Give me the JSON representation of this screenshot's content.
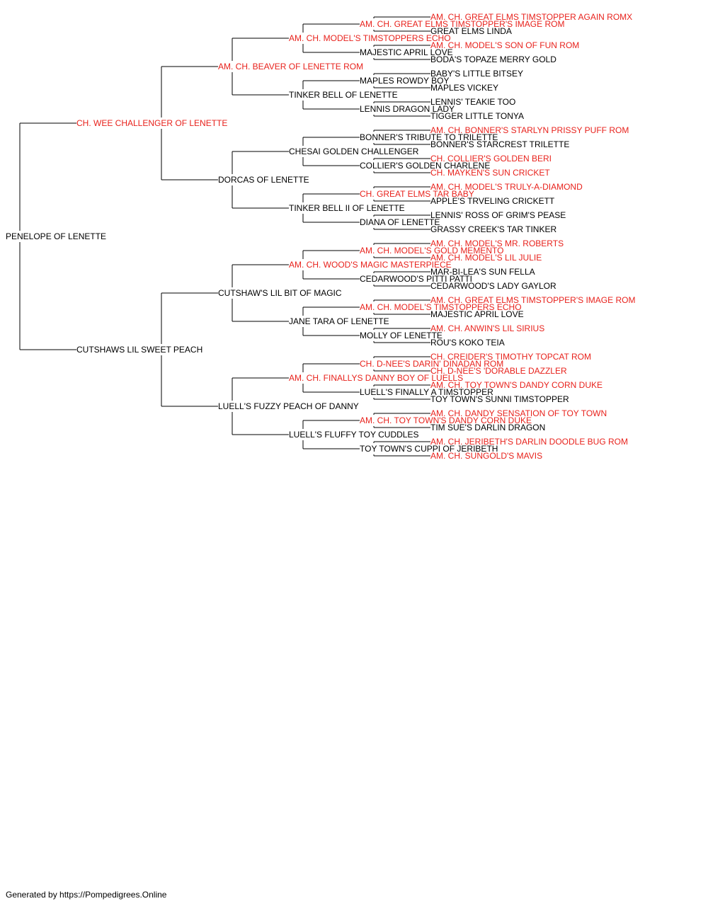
{
  "colors": {
    "champion": "#e8221c",
    "normal": "#000000",
    "connector": "#000000"
  },
  "pedigree": {
    "name": "PENELOPE OF LENETTE",
    "champion": false,
    "sire": {
      "name": "CH. WEE CHALLENGER OF LENETTE",
      "champion": true,
      "sire": {
        "name": "AM. CH. BEAVER OF LENETTE ROM",
        "champion": true,
        "sire": {
          "name": "AM. CH. MODEL'S TIMSTOPPERS ECHO",
          "champion": true,
          "sire": {
            "name": "AM. CH. GREAT ELMS TIMSTOPPER'S IMAGE ROM",
            "champion": true,
            "sire": {
              "name": "AM. CH. GREAT ELMS TIMSTOPPER AGAIN ROMX",
              "champion": true
            },
            "dam": {
              "name": "GREAT ELMS LINDA",
              "champion": false
            }
          },
          "dam": {
            "name": "MAJESTIC APRIL LOVE",
            "champion": false,
            "sire": {
              "name": "AM. CH. MODEL'S SON OF FUN ROM",
              "champion": true
            },
            "dam": {
              "name": "BODA'S TOPAZE MERRY GOLD",
              "champion": false
            }
          }
        },
        "dam": {
          "name": "TINKER BELL OF LENETTE",
          "champion": false,
          "sire": {
            "name": "MAPLES ROWDY BOY",
            "champion": false,
            "sire": {
              "name": "BABY'S LITTLE BITSEY",
              "champion": false
            },
            "dam": {
              "name": "MAPLES VICKEY",
              "champion": false
            }
          },
          "dam": {
            "name": "LENNIS DRAGON LADY",
            "champion": false,
            "sire": {
              "name": "LENNIS' TEAKIE TOO",
              "champion": false
            },
            "dam": {
              "name": "TIGGER LITTLE TONYA",
              "champion": false
            }
          }
        }
      },
      "dam": {
        "name": "DORCAS OF LENETTE",
        "champion": false,
        "sire": {
          "name": "CHESAI GOLDEN CHALLENGER",
          "champion": false,
          "sire": {
            "name": "BONNER'S TRIBUTE TO TRILETTE",
            "champion": false,
            "sire": {
              "name": "AM. CH. BONNER'S STARLYN PRISSY PUFF ROM",
              "champion": true
            },
            "dam": {
              "name": "BONNER'S STARCREST TRILETTE",
              "champion": false
            }
          },
          "dam": {
            "name": "COLLIER'S GOLDEN CHARLENE",
            "champion": false,
            "sire": {
              "name": "CH. COLLIER'S GOLDEN BERI",
              "champion": true
            },
            "dam": {
              "name": "CH. MAYKEN'S SUN CRICKET",
              "champion": true
            }
          }
        },
        "dam": {
          "name": "TINKER BELL II OF LENETTE",
          "champion": false,
          "sire": {
            "name": "CH. GREAT ELMS TAR BABY",
            "champion": true,
            "sire": {
              "name": "AM. CH. MODEL'S TRULY-A-DIAMOND",
              "champion": true
            },
            "dam": {
              "name": "APPLE'S TRVELING CRICKETT",
              "champion": false
            }
          },
          "dam": {
            "name": "DIANA OF LENETTE",
            "champion": false,
            "sire": {
              "name": "LENNIS' ROSS OF GRIM'S PEASE",
              "champion": false
            },
            "dam": {
              "name": "GRASSY CREEK'S TAR TINKER",
              "champion": false
            }
          }
        }
      }
    },
    "dam": {
      "name": "CUTSHAWS LIL SWEET PEACH",
      "champion": false,
      "sire": {
        "name": "CUTSHAW'S LIL BIT OF MAGIC",
        "champion": false,
        "sire": {
          "name": "AM. CH. WOOD'S MAGIC MASTERPIECE",
          "champion": true,
          "sire": {
            "name": "AM. CH. MODEL'S GOLD MEMENTO",
            "champion": true,
            "sire": {
              "name": "AM. CH. MODEL'S MR. ROBERTS",
              "champion": true
            },
            "dam": {
              "name": "AM. CH. MODEL'S LIL JULIE",
              "champion": true
            }
          },
          "dam": {
            "name": "CEDARWOOD'S PITTI PATTI",
            "champion": false,
            "sire": {
              "name": "MAR-BI-LEA'S SUN FELLA",
              "champion": false
            },
            "dam": {
              "name": "CEDARWOOD'S LADY GAYLOR",
              "champion": false
            }
          }
        },
        "dam": {
          "name": "JANE TARA OF LENETTE",
          "champion": false,
          "sire": {
            "name": "AM. CH. MODEL'S TIMSTOPPERS ECHO",
            "champion": true,
            "sire": {
              "name": "AM. CH. GREAT ELMS TIMSTOPPER'S IMAGE ROM",
              "champion": true
            },
            "dam": {
              "name": "MAJESTIC APRIL LOVE",
              "champion": false
            }
          },
          "dam": {
            "name": "MOLLY OF LENETTE",
            "champion": false,
            "sire": {
              "name": "AM. CH. ANWIN'S LIL SIRIUS",
              "champion": true
            },
            "dam": {
              "name": "ROU'S KOKO TEIA",
              "champion": false
            }
          }
        }
      },
      "dam": {
        "name": "LUELL'S FUZZY PEACH OF DANNY",
        "champion": false,
        "sire": {
          "name": "AM. CH. FINALLYS DANNY BOY OF LUELLS",
          "champion": true,
          "sire": {
            "name": "CH. D-NEE'S DARIN' DINADAN ROM",
            "champion": true,
            "sire": {
              "name": "CH. CREIDER'S TIMOTHY TOPCAT ROM",
              "champion": true
            },
            "dam": {
              "name": "CH. D-NEE'S 'DORABLE DAZZLER",
              "champion": true
            }
          },
          "dam": {
            "name": "LUELL'S FINALLY A TIMSTOPPER",
            "champion": false,
            "sire": {
              "name": "AM. CH. TOY TOWN'S DANDY CORN DUKE",
              "champion": true
            },
            "dam": {
              "name": "TOY TOWN'S SUNNI TIMSTOPPER",
              "champion": false
            }
          }
        },
        "dam": {
          "name": "LUELL'S FLUFFY TOY CUDDLES",
          "champion": false,
          "sire": {
            "name": "AM. CH. TOY TOWN'S DANDY CORN DUKE",
            "champion": true,
            "sire": {
              "name": "AM. CH. DANDY SENSATION OF TOY TOWN",
              "champion": true
            },
            "dam": {
              "name": "TIM SUE'S DARLIN DRAGON",
              "champion": false
            }
          },
          "dam": {
            "name": "TOY TOWN'S CUPPI OF JERIBETH",
            "champion": false,
            "sire": {
              "name": "AM. CH. JERIBETH'S DARLIN DOODLE BUG ROM",
              "champion": true
            },
            "dam": {
              "name": "AM. CH. SUNGOLD'S MAVIS",
              "champion": true
            }
          }
        }
      }
    }
  },
  "footer": "Generated by https://Pompedigrees.Online"
}
